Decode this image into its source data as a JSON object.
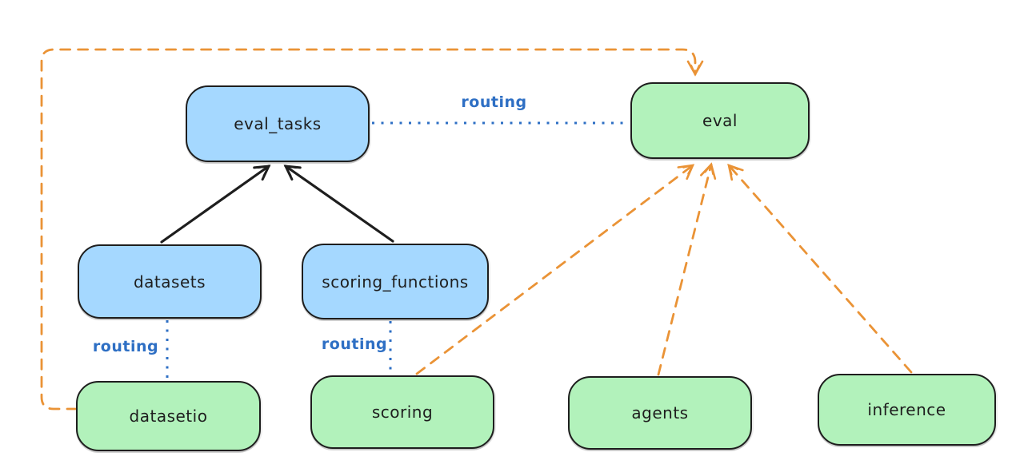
{
  "diagram": {
    "nodes": [
      {
        "id": "eval_tasks",
        "label": "eval_tasks",
        "kind": "api"
      },
      {
        "id": "eval",
        "label": "eval",
        "kind": "provider"
      },
      {
        "id": "datasets",
        "label": "datasets",
        "kind": "api"
      },
      {
        "id": "scoring_functions",
        "label": "scoring_functions",
        "kind": "api"
      },
      {
        "id": "datasetio",
        "label": "datasetio",
        "kind": "provider"
      },
      {
        "id": "scoring",
        "label": "scoring",
        "kind": "provider"
      },
      {
        "id": "agents",
        "label": "agents",
        "kind": "provider"
      },
      {
        "id": "inference",
        "label": "inference",
        "kind": "provider"
      }
    ],
    "edge_labels": [
      {
        "id": "routing-eval-tasks-to-eval",
        "text": "routing"
      },
      {
        "id": "routing-datasets-to-datasetio",
        "text": "routing"
      },
      {
        "id": "routing-scoring-functions-to-scoring",
        "text": "routing"
      }
    ],
    "edges": [
      {
        "from": "datasets",
        "to": "eval_tasks",
        "style": "solid-arrow",
        "color": "black"
      },
      {
        "from": "scoring_functions",
        "to": "eval_tasks",
        "style": "solid-arrow",
        "color": "black"
      },
      {
        "from": "eval_tasks",
        "to": "eval",
        "style": "dotted-line",
        "color": "blue",
        "label": "routing"
      },
      {
        "from": "datasets",
        "to": "datasetio",
        "style": "dotted-line",
        "color": "blue",
        "label": "routing"
      },
      {
        "from": "scoring_functions",
        "to": "scoring",
        "style": "dotted-line",
        "color": "blue",
        "label": "routing"
      },
      {
        "from": "datasetio",
        "to": "eval",
        "style": "dashed-arrow",
        "color": "orange"
      },
      {
        "from": "scoring",
        "to": "eval",
        "style": "dashed-arrow",
        "color": "orange"
      },
      {
        "from": "agents",
        "to": "eval",
        "style": "dashed-arrow",
        "color": "orange"
      },
      {
        "from": "inference",
        "to": "eval",
        "style": "dashed-arrow",
        "color": "orange"
      }
    ],
    "colors": {
      "api_fill": "#a5d8ff",
      "provider_fill": "#b2f2bb",
      "stroke": "#1e1e1e",
      "routing_blue": "#2e6fc4",
      "dependency_orange": "#ea9336",
      "background": "#ffffff"
    }
  }
}
